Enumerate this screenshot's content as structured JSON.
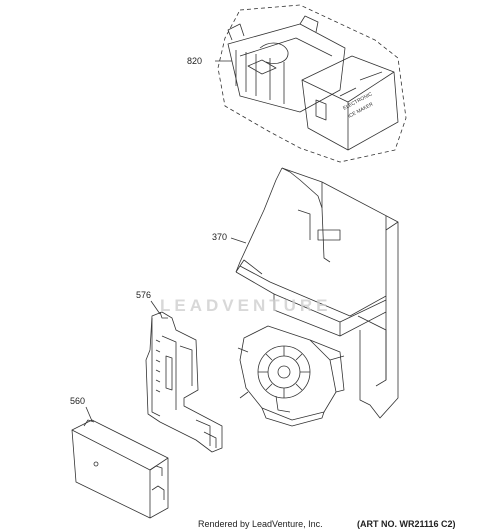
{
  "callouts": {
    "ice_maker": "820",
    "ice_bucket": "370",
    "bracket": "576",
    "control_board": "560"
  },
  "ice_maker_label_line1": "ELECTRONIC",
  "ice_maker_label_line2": "ICE MAKER",
  "watermark": "LEADVENTURE",
  "footer": {
    "rendered_by": "Rendered by LeadVenture, Inc.",
    "art_no": "(ART NO. WR21116 C2)"
  }
}
